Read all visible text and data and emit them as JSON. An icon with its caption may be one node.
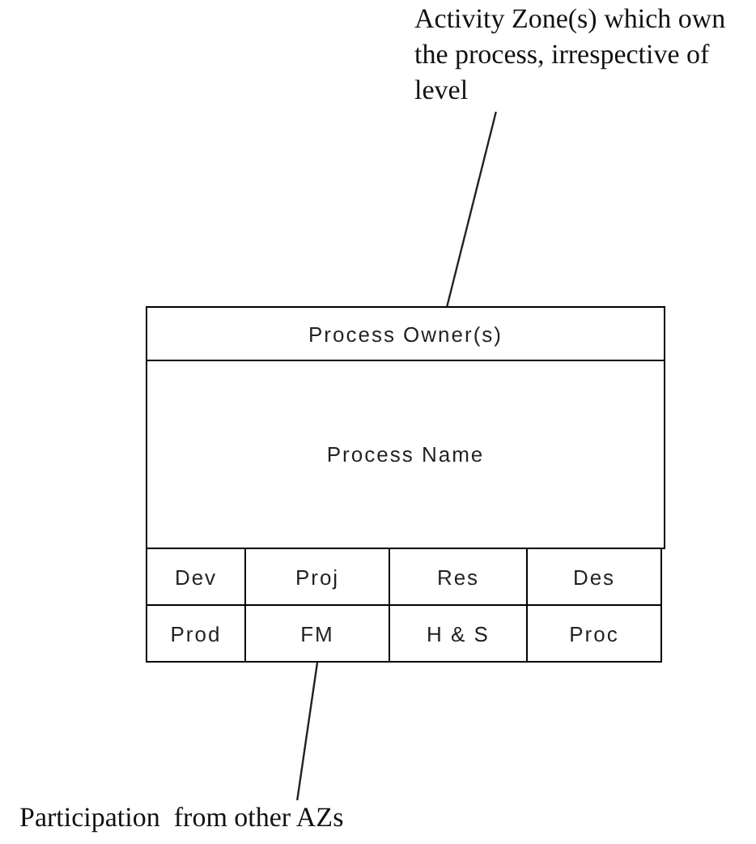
{
  "diagram": {
    "nodes": [
      {
        "text": [
          "Activity Zone(s) which own the process, irrespective of level"
        ]
      },
      {
        "text": [
          "Process Owner(s)"
        ]
      },
      {
        "text": [
          "Process Name"
        ]
      },
      {
        "text": [
          "Dev"
        ]
      },
      {
        "text": [
          "Proj"
        ]
      },
      {
        "text": [
          "Res"
        ]
      },
      {
        "text": [
          "Des"
        ]
      },
      {
        "text": [
          "Prod"
        ]
      },
      {
        "text": [
          "FM"
        ]
      },
      {
        "text": [
          "H & S"
        ]
      },
      {
        "text": [
          "Proc"
        ]
      },
      {
        "text": [
          "Participation  from other AZs"
        ]
      }
    ],
    "edges": [
      {
        "from": 0,
        "to": 1,
        "arrow": "none"
      },
      {
        "from": 11,
        "to": 8,
        "arrow": "none"
      }
    ]
  }
}
